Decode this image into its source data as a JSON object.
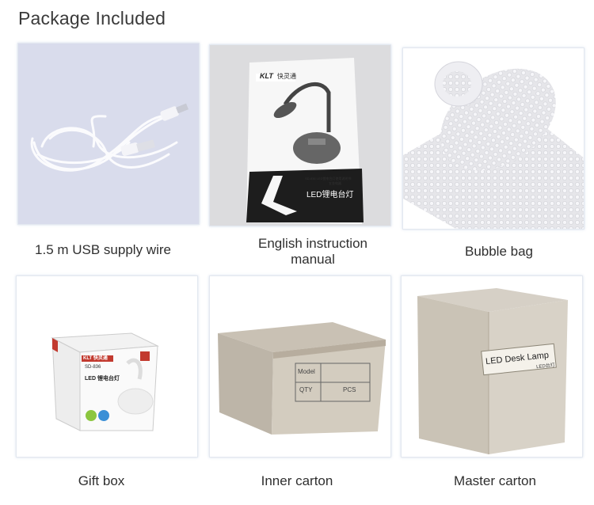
{
  "header": {
    "title": "Package Included"
  },
  "items": [
    {
      "caption": "1.5 m USB supply wire",
      "icon": "usb-cable-icon"
    },
    {
      "caption": "English instruction manual",
      "caption_lines": [
        "English instruction",
        "manual"
      ],
      "icon": "manual-icon",
      "manual_brand": "KLT",
      "manual_brand_cn": "快灵通",
      "manual_model": "SD-836 LED锂电台灯使用说明书",
      "manual_sub": "五金电器",
      "manual_product": "LED锂电台灯"
    },
    {
      "caption": "Bubble bag",
      "icon": "bubble-wrap-icon"
    },
    {
      "caption": "Gift box",
      "icon": "gift-box-icon",
      "box_brand": "KLT 快灵通",
      "box_model": "SD-836",
      "box_product": "LED 锂电台灯"
    },
    {
      "caption": "Inner carton",
      "icon": "carton-icon",
      "label_model": "Model",
      "label_qty": "QTY",
      "label_pcs": "PCS"
    },
    {
      "caption": "Master carton",
      "icon": "master-carton-icon",
      "label_text": "LED Desk Lamp",
      "label_sub": "LED台灯"
    }
  ]
}
